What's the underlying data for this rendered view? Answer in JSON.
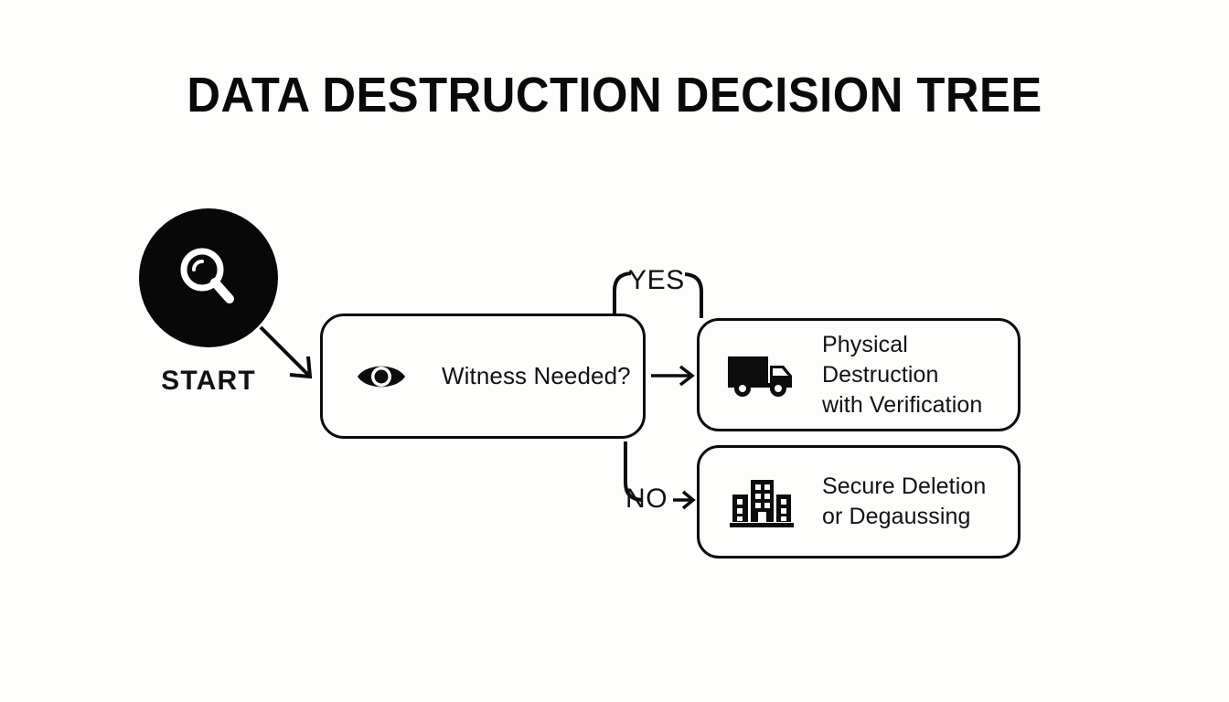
{
  "title": "DATA DESTRUCTION DECISION TREE",
  "start": {
    "label": "START",
    "icon": "magnifier-icon"
  },
  "decision": {
    "label": "Witness Needed?",
    "icon": "eye-icon"
  },
  "branches": {
    "yes": "YES",
    "no": "NO"
  },
  "outcomes": [
    {
      "id": "physical-destruction",
      "line1": "Physical Destruction",
      "line2": "with Verification",
      "icon": "truck-icon"
    },
    {
      "id": "secure-deletion",
      "line1": "Secure Deletion",
      "line2": "or Degaussing",
      "icon": "building-icon"
    }
  ],
  "colors": {
    "background": "#fdfdfb",
    "stroke": "#0c0c0c",
    "text": "#111111",
    "start_fill": "#080808",
    "start_icon": "#ffffff"
  }
}
